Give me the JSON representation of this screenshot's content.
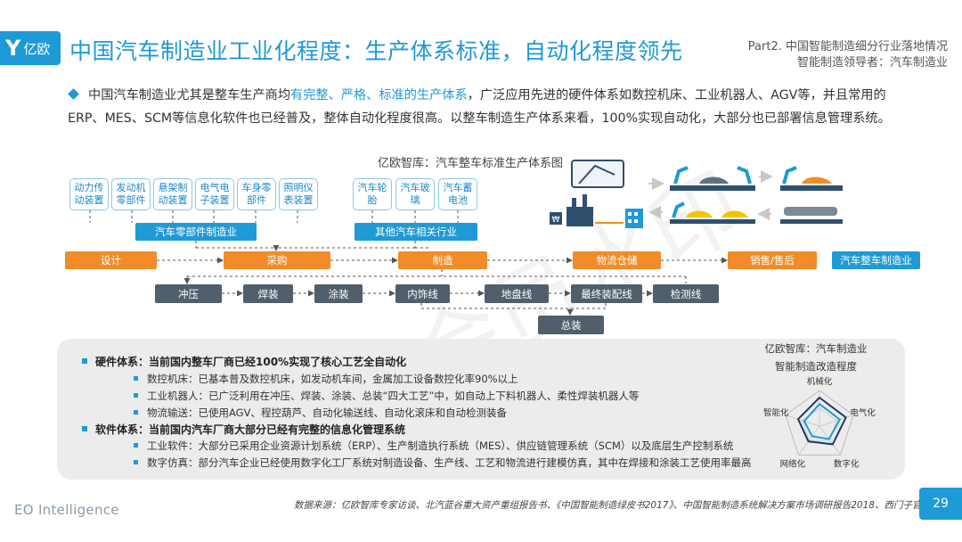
{
  "header": {
    "logo_mark": "Y",
    "logo_text": "亿欧",
    "title": "中国汽车制造业工业化程度：生产体系标准，自动化程度领先",
    "part_line1": "Part2. 中国智能制造细分行业落地情况",
    "part_line2": "智能制造领导者：汽车制造业"
  },
  "intro": {
    "before": "中国汽车制造业尤其是整车生产商均",
    "highlight": "有完整、严格、标准的生产体系",
    "after": "，广泛应用先进的硬件体系如数控机床、工业机器人、AGV等，并且常用的ERP、MES、SCM等信息化软件也已经普及，整体自动化程度很高。以整车制造生产体系来看，100%实现自动化，大部分也已部署信息管理系统。"
  },
  "diagram": {
    "title": "亿欧智库：汽车整车标准生产体系图",
    "parts": [
      "动力传动装置",
      "发动机零部件",
      "悬架制动装置",
      "电气电子装置",
      "车身零部件",
      "照明仪表装置"
    ],
    "other_parts": [
      "汽车轮胎",
      "汽车玻璃",
      "汽车蓄电池"
    ],
    "parts_industry": "汽车零部件制造业",
    "other_industry": "其他汽车相关行业",
    "main_flow": [
      "设计",
      "采购",
      "制造",
      "物流仓储",
      "销售/售后"
    ],
    "vehicle_industry": "汽车整车制造业",
    "manufacturing_steps": [
      "冲压",
      "焊装",
      "涂装",
      "内饰线",
      "地盘线",
      "最终装配线",
      "检测线"
    ],
    "final_step": "总装"
  },
  "panel": {
    "hardware_title": "硬件体系：当前国内整车厂商已经100%实现了核心工艺全自动化",
    "hardware_items": [
      "数控机床：已基本普及数控机床，如发动机车间，金属加工设备数控化率90%以上",
      "工业机器人：已广泛利用在冲压、焊装、涂装、总装“四大工艺”中，如自动上下料机器人、柔性焊装机器人等",
      "物流输送：已使用AGV、程控葫芦、自动化输送线、自动化滚床和自动检测装备"
    ],
    "software_title": "软件体系：当前国内汽车厂商大部分已经有完整的信息化管理系统",
    "software_items": [
      "工业软件：大部分已采用企业资源计划系统（ERP）、生产制造执行系统（MES）、供应链管理系统（SCM）以及底层生产控制系统",
      "数字仿真：部分汽车企业已经使用数字化工厂系统对制造设备、生产线、工艺和物流进行建模仿真，其中在焊接和涂装工艺使用率最高"
    ]
  },
  "radar": {
    "title_line1": "亿欧智库：汽车制造业",
    "title_line2": "智能制造改造程度",
    "axes": [
      "机械化",
      "电气化",
      "数字化",
      "网络化",
      "智能化"
    ],
    "values": [
      0.62,
      0.6,
      0.45,
      0.35,
      0.45
    ],
    "colors": {
      "outer": "#1f3a5f",
      "inner": "#1e9ad6"
    }
  },
  "footer": {
    "brand": "EO Intelligence",
    "source": "数据来源：亿欧智库专家访谈、北汽蓝谷重大资产重组报告书、《中国智能制造绿皮书2017》、中国智能制造系统解决方案市场调研报告2018、西门子官网",
    "page": "29"
  },
  "watermark": "非会员水印",
  "colors": {
    "accent": "#1e9ad6",
    "orange": "#f28c28",
    "step": "#515e6b"
  }
}
